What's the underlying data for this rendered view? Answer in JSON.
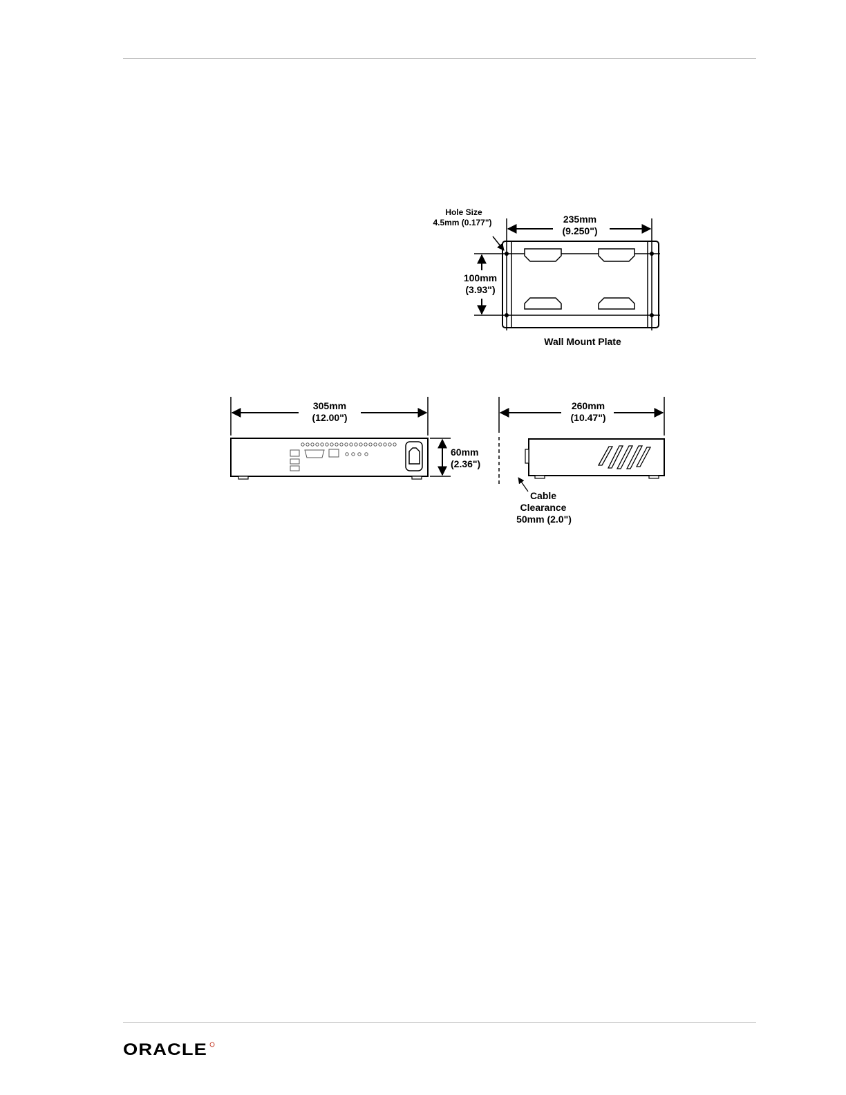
{
  "wall_mount": {
    "hole_size_title": "Hole Size",
    "hole_size_value": "4.5mm (0.177\")",
    "width_mm": "235mm",
    "width_in": "(9.250\")",
    "height_mm": "100mm",
    "height_in": "(3.93\")",
    "caption": "Wall Mount Plate"
  },
  "front_view": {
    "width_mm": "305mm",
    "width_in": "(12.00\")",
    "height_mm": "60mm",
    "height_in": "(2.36\")"
  },
  "side_view": {
    "depth_mm": "260mm",
    "depth_in": "(10.47\")",
    "clearance_line1": "Cable",
    "clearance_line2": "Clearance",
    "clearance_line3": "50mm (2.0\")"
  },
  "footer": {
    "logo_text": "ORACLE",
    "logo_color": "#c74634"
  }
}
